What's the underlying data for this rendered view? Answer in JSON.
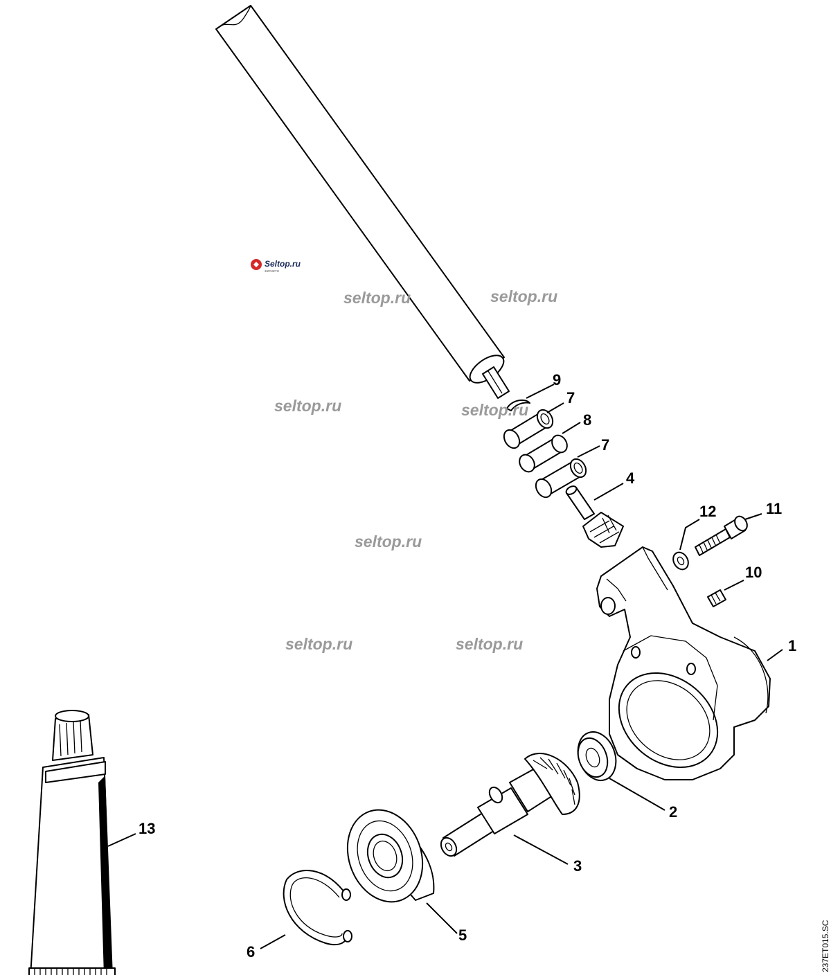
{
  "diagram": {
    "drawing_code": "237ET015.SC",
    "logo_text": "Seltop.ru",
    "logo_subtext": "запчасти",
    "watermarks": [
      {
        "id": "wm1",
        "text": "seltop.ru"
      },
      {
        "id": "wm2",
        "text": "seltop.ru"
      },
      {
        "id": "wm3",
        "text": "seltop.ru"
      },
      {
        "id": "wm4",
        "text": "seltop.ru"
      },
      {
        "id": "wm5",
        "text": "seltop.ru"
      },
      {
        "id": "wm6",
        "text": "seltop.ru"
      },
      {
        "id": "wm7",
        "text": "seltop.ru"
      }
    ],
    "parts": [
      {
        "id": "p1",
        "number": "1",
        "icon": "gear-housing-icon"
      },
      {
        "id": "p2",
        "number": "2",
        "icon": "ball-bearing-icon"
      },
      {
        "id": "p3",
        "number": "3",
        "icon": "bevel-gear-shaft-icon"
      },
      {
        "id": "p4",
        "number": "4",
        "icon": "pinion-gear-icon"
      },
      {
        "id": "p5",
        "number": "5",
        "icon": "ball-bearing-icon"
      },
      {
        "id": "p6",
        "number": "6",
        "icon": "circlip-icon"
      },
      {
        "id": "p7a",
        "number": "7",
        "icon": "ball-bearing-icon"
      },
      {
        "id": "p7b",
        "number": "7",
        "icon": "ball-bearing-icon"
      },
      {
        "id": "p8",
        "number": "8",
        "icon": "spacer-sleeve-icon"
      },
      {
        "id": "p9",
        "number": "9",
        "icon": "circlip-icon"
      },
      {
        "id": "p10",
        "number": "10",
        "icon": "set-screw-icon"
      },
      {
        "id": "p11",
        "number": "11",
        "icon": "screw-icon"
      },
      {
        "id": "p12",
        "number": "12",
        "icon": "washer-icon"
      },
      {
        "id": "p13",
        "number": "13",
        "icon": "grease-tube-icon"
      }
    ]
  }
}
